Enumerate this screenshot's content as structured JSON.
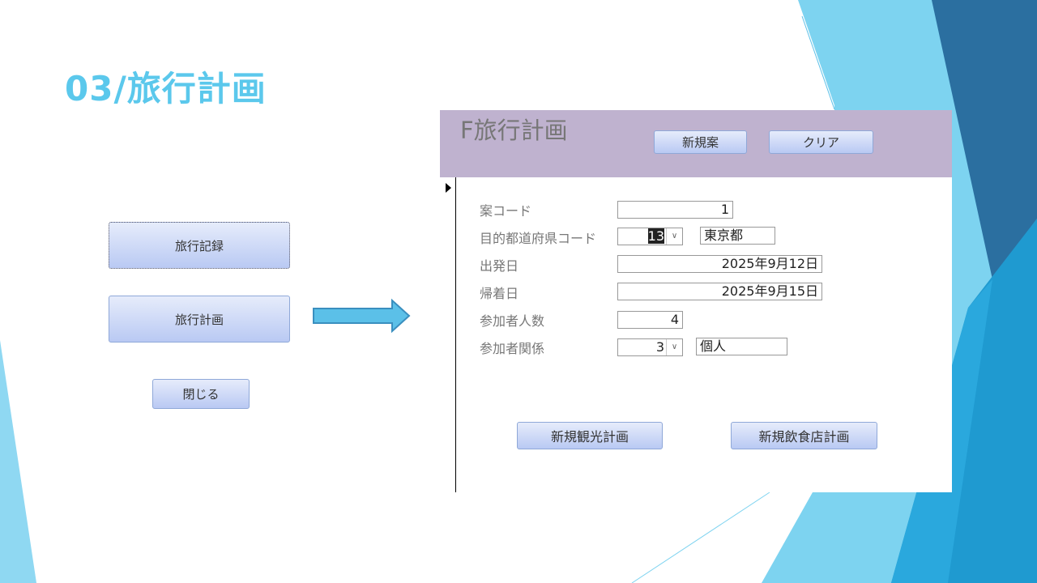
{
  "slide": {
    "title": "03/旅行計画"
  },
  "menu": {
    "buttons": [
      "旅行記録",
      "旅行計画",
      "閉じる"
    ]
  },
  "form": {
    "title": "F旅行計画",
    "header_buttons": [
      "新規案",
      "クリア"
    ],
    "fields": {
      "plan_code": {
        "label": "案コード",
        "value": "1"
      },
      "pref_code": {
        "label": "目的都道府県コード",
        "value": "13",
        "name": "東京都"
      },
      "departure": {
        "label": "出発日",
        "value": "2025年9月12日"
      },
      "return": {
        "label": "帰着日",
        "value": "2025年9月15日"
      },
      "participants": {
        "label": "参加者人数",
        "value": "4"
      },
      "relation": {
        "label": "参加者関係",
        "value": "3",
        "name": "個人"
      }
    },
    "footer_buttons": [
      "新規観光計画",
      "新規飲食店計画"
    ]
  },
  "colors": {
    "accent": "#5bc8ec",
    "form_header": "#bfb2cf"
  }
}
